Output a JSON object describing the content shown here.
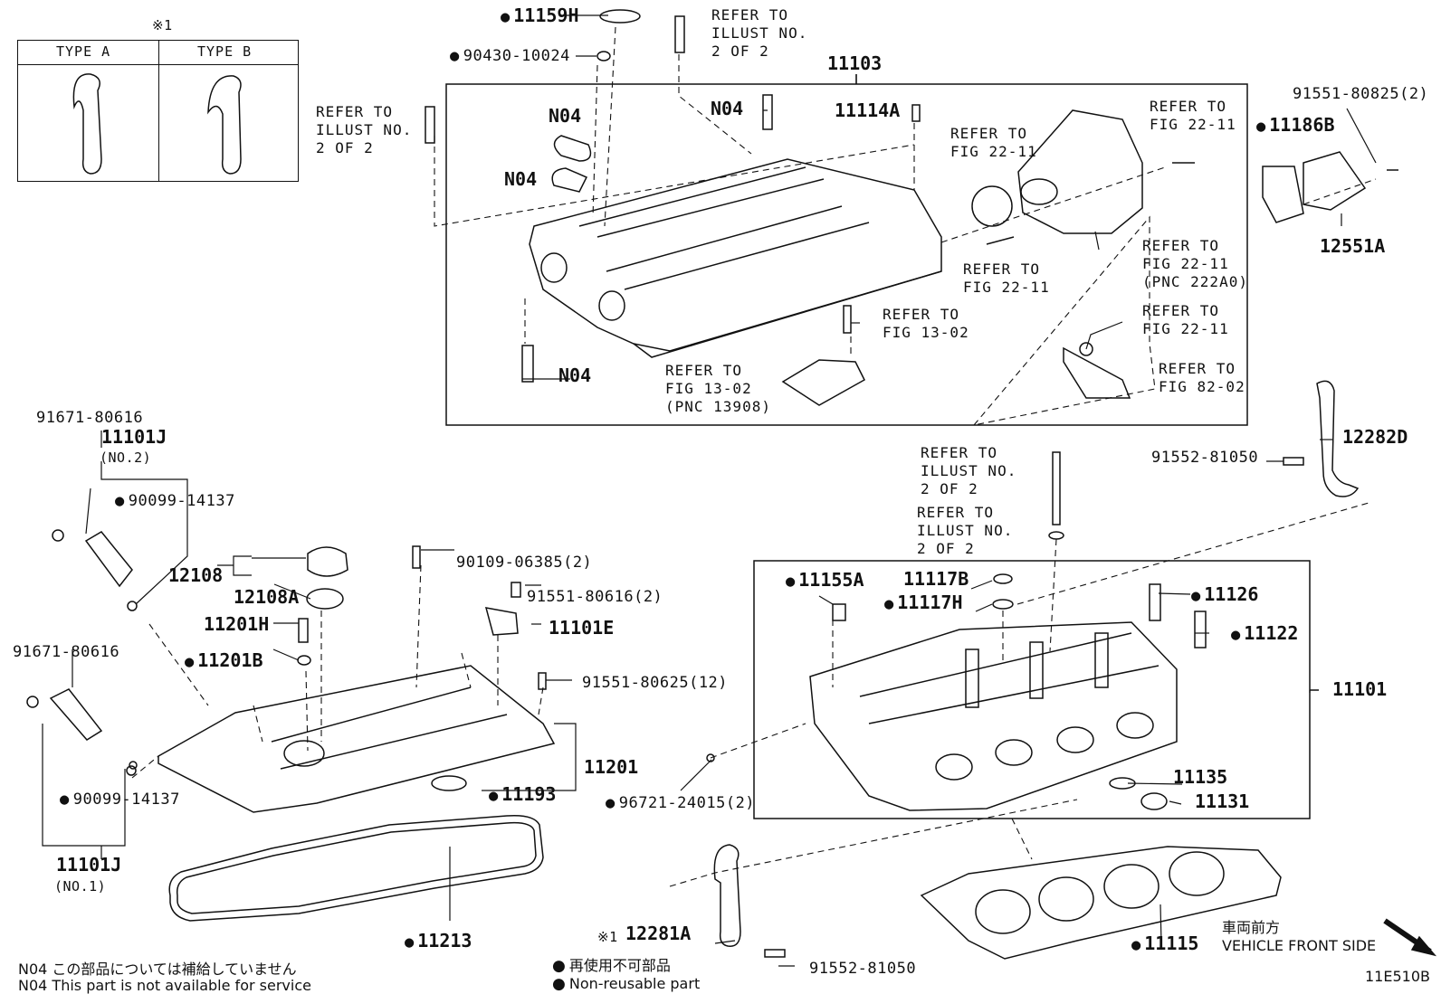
{
  "diagram_code": "11E510B",
  "type_table": {
    "note_mark": "※1",
    "col_a": "TYPE A",
    "col_b": "TYPE B"
  },
  "assembly_boxes": {
    "upper": "11103",
    "lower": "11101"
  },
  "refs": {
    "illust_2_of_2": "REFER TO\nILLUST NO.\n2 OF 2",
    "fig_22_11": "REFER TO\nFIG 22-11",
    "fig_22_11_pnc": "REFER TO\nFIG 22-11\n(PNC 222A0)",
    "fig_13_02": "REFER TO\nFIG 13-02",
    "fig_13_02_pnc": "REFER TO\nFIG 13-02\n(PNC 13908)",
    "fig_82_02": "REFER TO\nFIG 82-02"
  },
  "labels": {
    "p11159H": "11159H",
    "p90430": "90430-10024",
    "p11103": "11103",
    "pN04a": "N04",
    "pN04b": "N04",
    "pN04c": "N04",
    "pN04d": "N04",
    "p11114A": "11114A",
    "p11186B": "11186B",
    "p91551_80825": "91551-80825(2)",
    "p12551A": "12551A",
    "p91671a": "91671-80616",
    "p11101J2": "11101J",
    "p11101J2_sub": "(NO.2)",
    "p90099a": "90099-14137",
    "p12108": "12108",
    "p12108A": "12108A",
    "p90109": "90109-06385(2)",
    "p91551_80616": "91551-80616(2)",
    "p11201H": "11201H",
    "p11101E": "11101E",
    "p11201B": "11201B",
    "p91551_80625": "91551-80625(12)",
    "p91671b": "91671-80616",
    "p11201": "11201",
    "p90099b": "90099-14137",
    "p11193": "11193",
    "p96721": "96721-24015(2)",
    "p11101J1": "11101J",
    "p11101J1_sub": "(NO.1)",
    "p11213": "11213",
    "p12281A": "12281A",
    "p12281A_mark": "※1",
    "p91552a": "91552-81050",
    "p91552b": "91552-81050",
    "p12282D": "12282D",
    "p11155A": "11155A",
    "p11117B": "11117B",
    "p11117H": "11117H",
    "p11126": "11126",
    "p11122": "11122",
    "p11101": "11101",
    "p11135": "11135",
    "p11131": "11131",
    "p11115": "11115"
  },
  "front_side": {
    "jp": "車両前方",
    "en": "VEHICLE FRONT SIDE"
  },
  "legend": {
    "n04_jp": "N04  この部品については補給していません",
    "n04_en": "N04  This part is not available for service",
    "nonreuse_jp": "再使用不可部品",
    "nonreuse_en": "Non-reusable part"
  }
}
